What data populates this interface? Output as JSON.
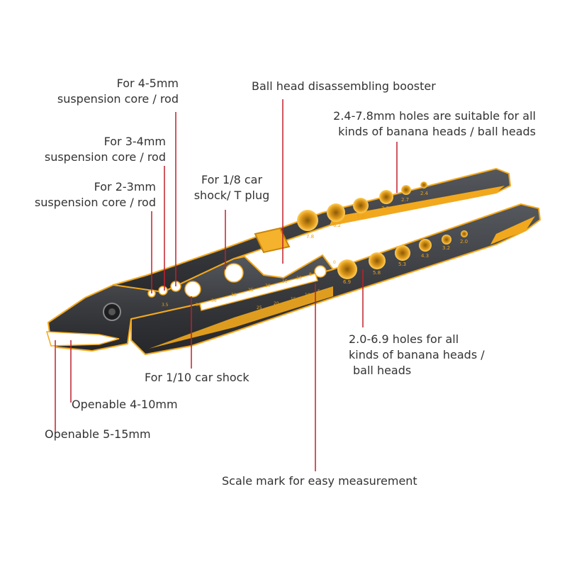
{
  "labels": {
    "core_4_5": [
      "For 4-5mm",
      "suspension core / rod"
    ],
    "core_3_4": [
      "For 3-4mm",
      "suspension core / rod"
    ],
    "core_2_3": [
      "For 2-3mm",
      "suspension core / rod"
    ],
    "shock_1_8": [
      "For 1/8 car",
      "shock/ T plug"
    ],
    "ball_head_booster": "Ball head disassembling booster",
    "holes_2_4_7_8": [
      "2.4-7.8mm holes are suitable for all",
      "kinds of banana heads / ball heads"
    ],
    "holes_2_0_6_9": [
      "2.0-6.9 holes for all",
      "kinds of banana heads /",
      "ball heads"
    ],
    "shock_1_10": "For 1/10 car shock",
    "openable_4_10": "Openable 4-10mm",
    "openable_5_15": "Openable 5-15mm",
    "scale_mark": "Scale mark for easy measurement"
  },
  "tool": {
    "upper_hole_marks": [
      "7.8",
      "6.2",
      "5.0",
      "3.8",
      "2.7",
      "2.4"
    ],
    "lower_hole_marks": [
      "6.9",
      "5.8",
      "5.3",
      "4.3",
      "3.2",
      "2.0"
    ],
    "scale_top": [
      "3.5",
      "38",
      "36",
      "30",
      "25",
      "20",
      "15",
      "10",
      "8",
      "0"
    ],
    "scale_bottom": [
      "25",
      "20",
      "15",
      "10",
      "5"
    ]
  },
  "colors": {
    "gold": "#f2a81d",
    "body_dark": "#3a3c40",
    "leader_line": "#c0202a",
    "text": "#333333"
  }
}
